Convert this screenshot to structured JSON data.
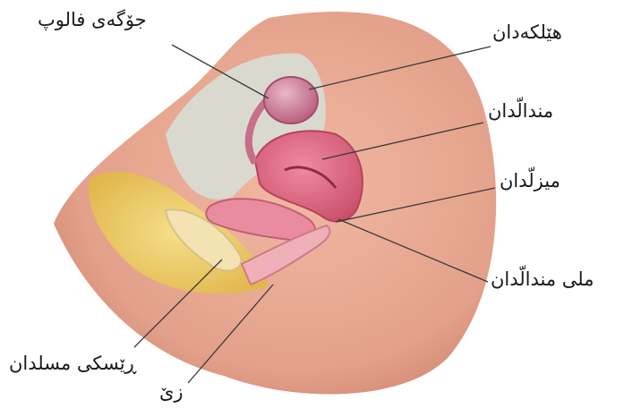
{
  "labels": {
    "fallopian_tube": "جۆگەی فالوپ",
    "ovary": "هێلکەدان",
    "uterus": "مندالّدان",
    "bladder": "میزلّدان",
    "cervix": "ملی مندالّدان",
    "rectum": "ڕێسکی مسلدان",
    "vagina": "زێ"
  },
  "colors": {
    "skin": "#e8a58e",
    "skin_dark": "#cf7f6a",
    "cavity": "#d6d8d0",
    "uterus": "#e06a80",
    "fat": "#efcf6a",
    "leader_line": "#3a3a3a"
  }
}
